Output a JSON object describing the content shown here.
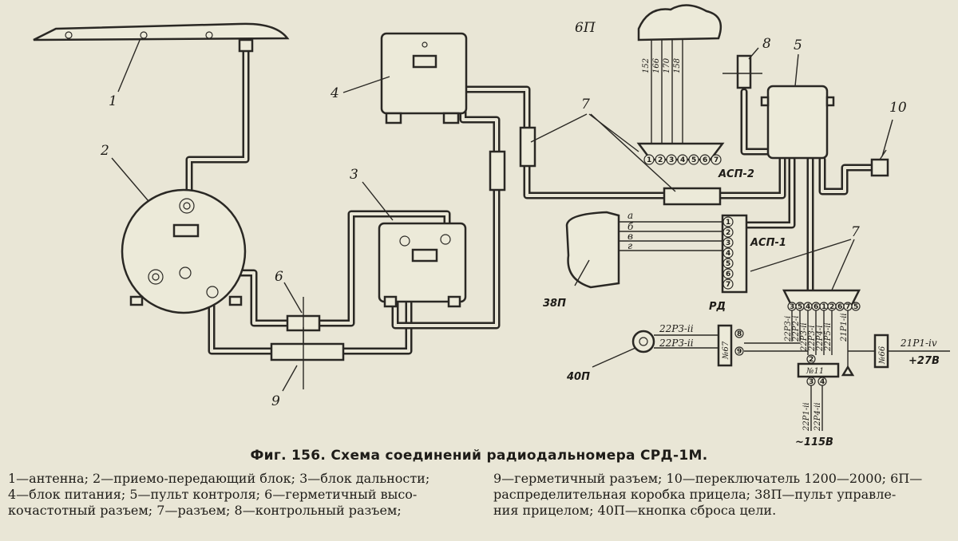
{
  "diagram": {
    "labels": {
      "antenna": "1",
      "transceiver": "2",
      "range_unit": "3",
      "power_unit": "4",
      "control_panel": "5",
      "hf_connector": "6",
      "connector": "7",
      "connector_b": "7",
      "test_connector": "8",
      "hermetic_connector": "9",
      "switch": "10"
    },
    "boxes": {
      "sight_box": "6П",
      "sight_panel": "38П",
      "reset_button": "40П",
      "rd": "РД"
    },
    "wire_numbers": [
      "152",
      "166",
      "170",
      "158"
    ],
    "rd_wires": [
      "а",
      "б",
      "в",
      "г"
    ],
    "rd_pins": [
      "1",
      "2",
      "3",
      "4",
      "5",
      "6",
      "7"
    ],
    "asp2_pins": [
      "1",
      "2",
      "3",
      "4",
      "5",
      "6",
      "7"
    ],
    "bottom_pins": [
      "3",
      "5",
      "4",
      "6",
      "1",
      "2",
      "6",
      "7",
      "5"
    ],
    "asp2": "АСП-2",
    "asp1": "АСП-1",
    "rd_label": "РД",
    "wire_22p3_ii": "22РЗ-ii",
    "wire_22p2_ii": "22РЗ-ii",
    "wire_21p1_iv": "21Р1-iv",
    "plus27": "+27В",
    "minus115": "~115В",
    "n67": "№67",
    "n66": "№66",
    "n11": "№11",
    "vert_wires": [
      "22РЗ-i",
      "22Р2-i",
      "22Р3-ii",
      "22Р3-i",
      "22Р4-i",
      "22Р5-ii",
      "21Р1-ii"
    ],
    "low_wires": [
      "22Р1-ii",
      "22Р4-ii"
    ],
    "pin_2": "2",
    "pin_3": "3",
    "pin_4": "4",
    "pin_9": "9",
    "pin_8": "8"
  },
  "caption": "Фиг. 156. Схема соединений радиодальномера СРД-1М.",
  "legend_left": [
    "1—антенна; 2—приемо-передающий блок; 3—блок дальности;",
    "4—блок питания; 5—пульт контроля; 6—герметичный высо-",
    "кочастотный разъем; 7—разъем; 8—контрольный разъем;"
  ],
  "legend_right": [
    "9—герметичный разъем; 10—переключатель 1200—2000; 6П—",
    "распределительная коробка прицела; 38П—пульт управле-",
    "ния прицелом; 40П—кнопка сброса цели."
  ]
}
